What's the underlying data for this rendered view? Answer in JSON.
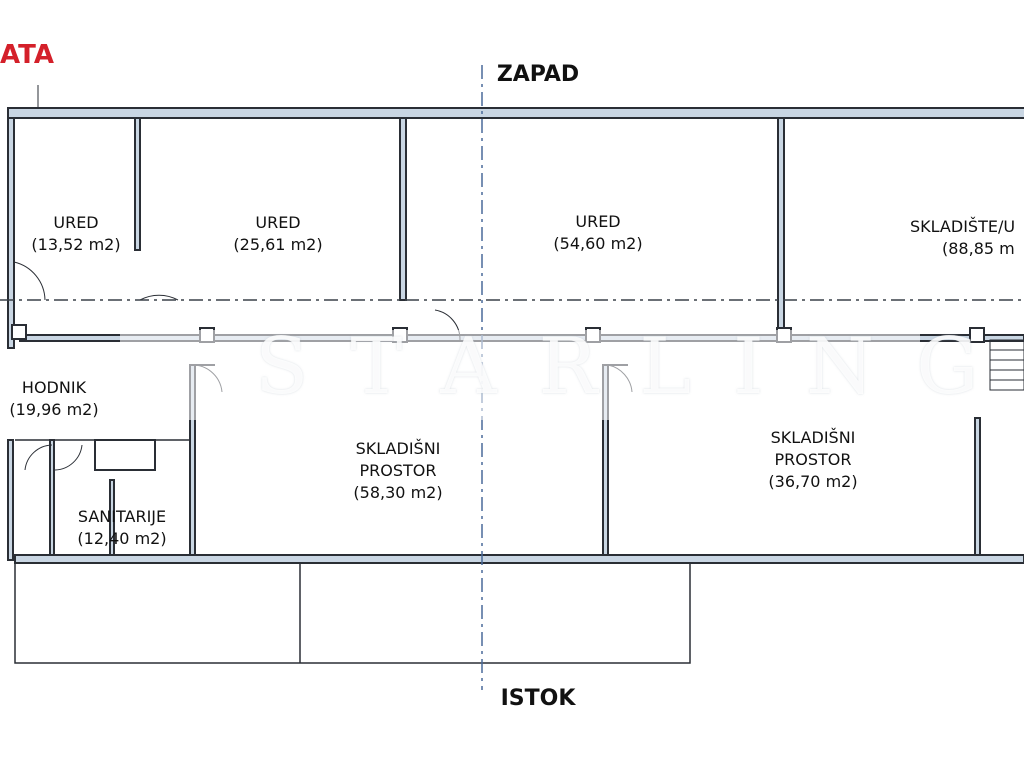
{
  "entry_label": "ATA",
  "directions": {
    "top": "ZAPAD",
    "bottom": "ISTOK"
  },
  "watermark": "STARLING",
  "rooms": [
    {
      "name": "URED",
      "area": "(13,52 m2)"
    },
    {
      "name": "URED",
      "area": "(25,61 m2)"
    },
    {
      "name": "URED",
      "area": "(54,60 m2)"
    },
    {
      "name": "SKLADIŠTE/U",
      "area": "(88,85 m"
    },
    {
      "name": "HODNIK",
      "area": "(19,96 m2)"
    },
    {
      "name": "SANITARIJE",
      "area": "(12,40 m2)"
    },
    {
      "name": "SKLADIŠNI",
      "name2": "PROSTOR",
      "area": "(58,30 m2)"
    },
    {
      "name": "SKLADIŠNI",
      "name2": "PROSTOR",
      "area": "(36,70 m2)"
    }
  ],
  "colors": {
    "wall": "#2a2e35",
    "wall_fill": "#c9d6e3",
    "accent": "#d4202a"
  }
}
